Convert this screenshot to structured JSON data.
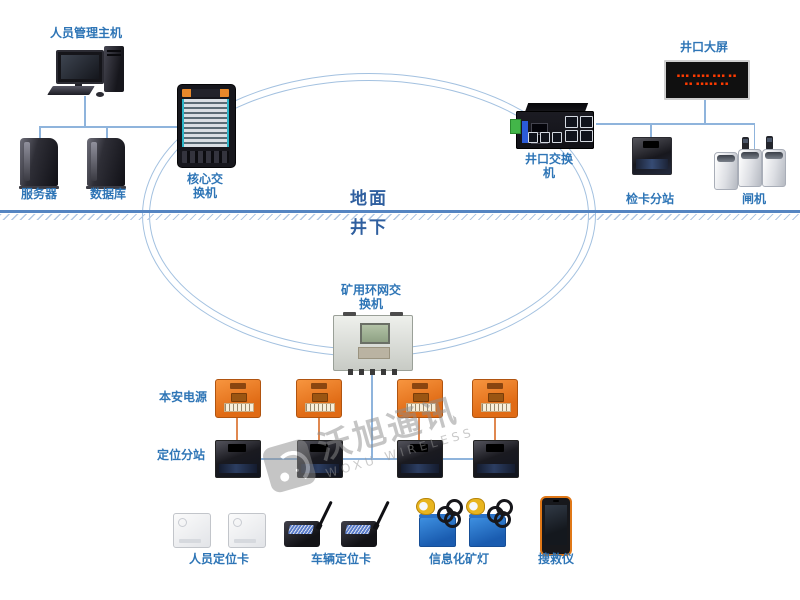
{
  "divider": {
    "surface": "地面",
    "underground": "井下"
  },
  "surface_zone": {
    "host_label": "人员管理主机",
    "server_label": "服务器",
    "database_label": "数据库",
    "core_switch_label": "核心交\n换机",
    "wellhead_switch_label": "井口交换\n机",
    "big_screen_label": "井口大屏",
    "big_screen_text_line1": "▪▪▪ ▪▪▪▪ ▪▪▪ ▪▪",
    "big_screen_text_line2": "▪▪ ▪▪▪▪▪ ▪▪",
    "card_check_label": "检卡分站",
    "turnstile_label": "闸机"
  },
  "underground_zone": {
    "ring_switch_label": "矿用环网交\n换机",
    "safe_power_label": "本安电源",
    "positioning_station_label": "定位分站",
    "person_card_label": "人员定位卡",
    "vehicle_card_label": "车辆定位卡",
    "smart_lamp_label": "信息化矿灯",
    "rescue_device_label": "搜救仪"
  },
  "watermark": {
    "cn": "沃旭通讯",
    "en": "WOXU WIRELESS"
  },
  "colors": {
    "label_blue": "#2e75b6",
    "line_blue": "#8fb4dc",
    "divider_blue": "#5585c2",
    "ring_blue": "#a3c1e0",
    "device_orange": "#ed7d31",
    "led_text_red": "#ff3b00"
  }
}
